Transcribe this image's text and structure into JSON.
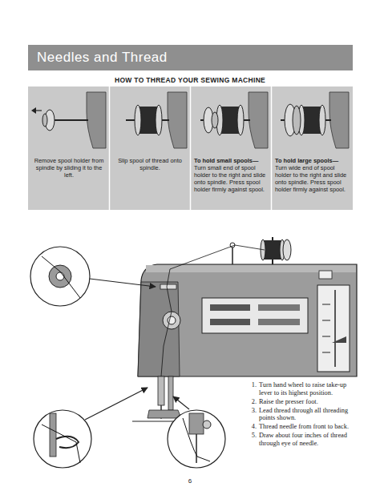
{
  "diagram": {
    "title": "Needles and Thread",
    "nodes": [
      {
        "text": [
          "Remove spool holder from spindle by sliding it to the left."
        ]
      },
      {
        "text": [
          "Slip spool of thread onto spindle."
        ]
      },
      {
        "text": [
          "To hold small spools—",
          "Turn small end of spool holder to the right and slide onto spindle. Press spool holder firmly against spool."
        ]
      },
      {
        "text": [
          "To hold large spools—",
          "Turn wide end of spool holder to the right and slide onto spindle. Press spool holder firmly against spool."
        ]
      }
    ],
    "labels": [
      "HOW TO THREAD YOUR SEWING MACHINE",
      "1.",
      "Turn hand wheel to raise take-up lever to its highest position.",
      "2.",
      "Raise the presser foot.",
      "3.",
      "Lead thread through all threading points shown.",
      "4.",
      "Thread needle from front to back.",
      "5.",
      "Draw about four inches of thread through eye of needle.",
      "6"
    ]
  }
}
